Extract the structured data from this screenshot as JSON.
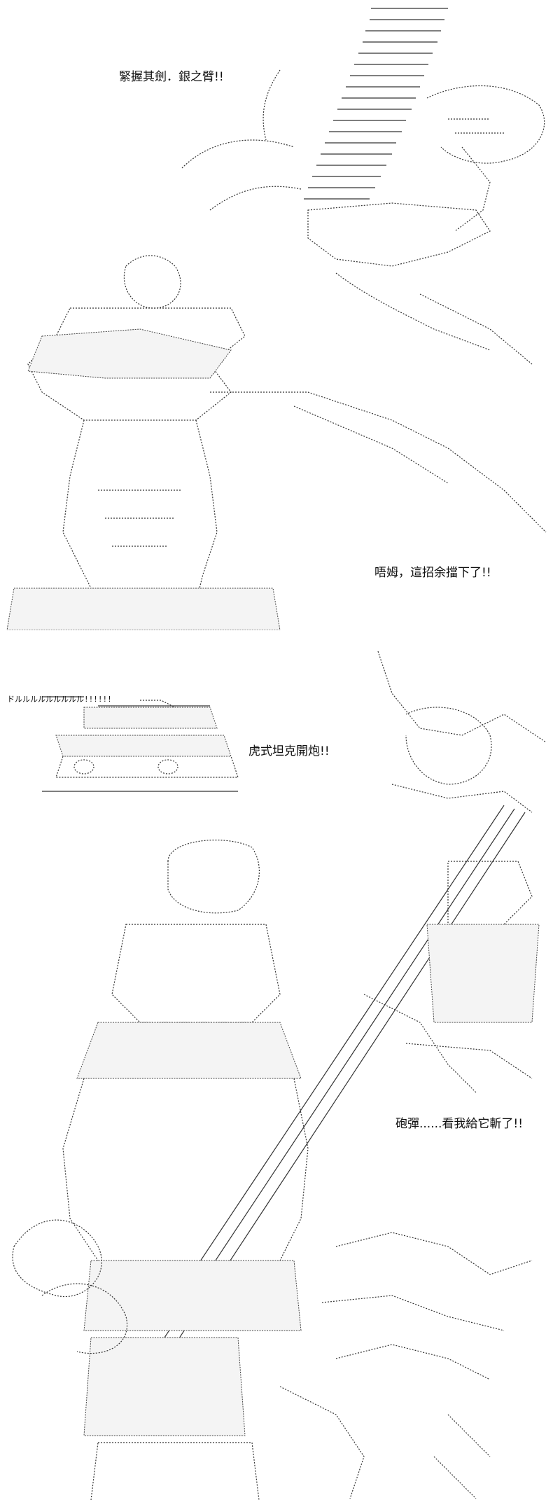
{
  "panel1": {
    "caption_sword": "緊握其劍．銀之臂!!",
    "caption_block": "唔姆，這招余擋下了!!"
  },
  "panel2": {
    "sfx_engine": "ドルルルルルルルルル!!!!!!",
    "caption_tank": "虎式坦克開炮!!",
    "caption_shell": "砲彈......看我給它斬了!!"
  }
}
